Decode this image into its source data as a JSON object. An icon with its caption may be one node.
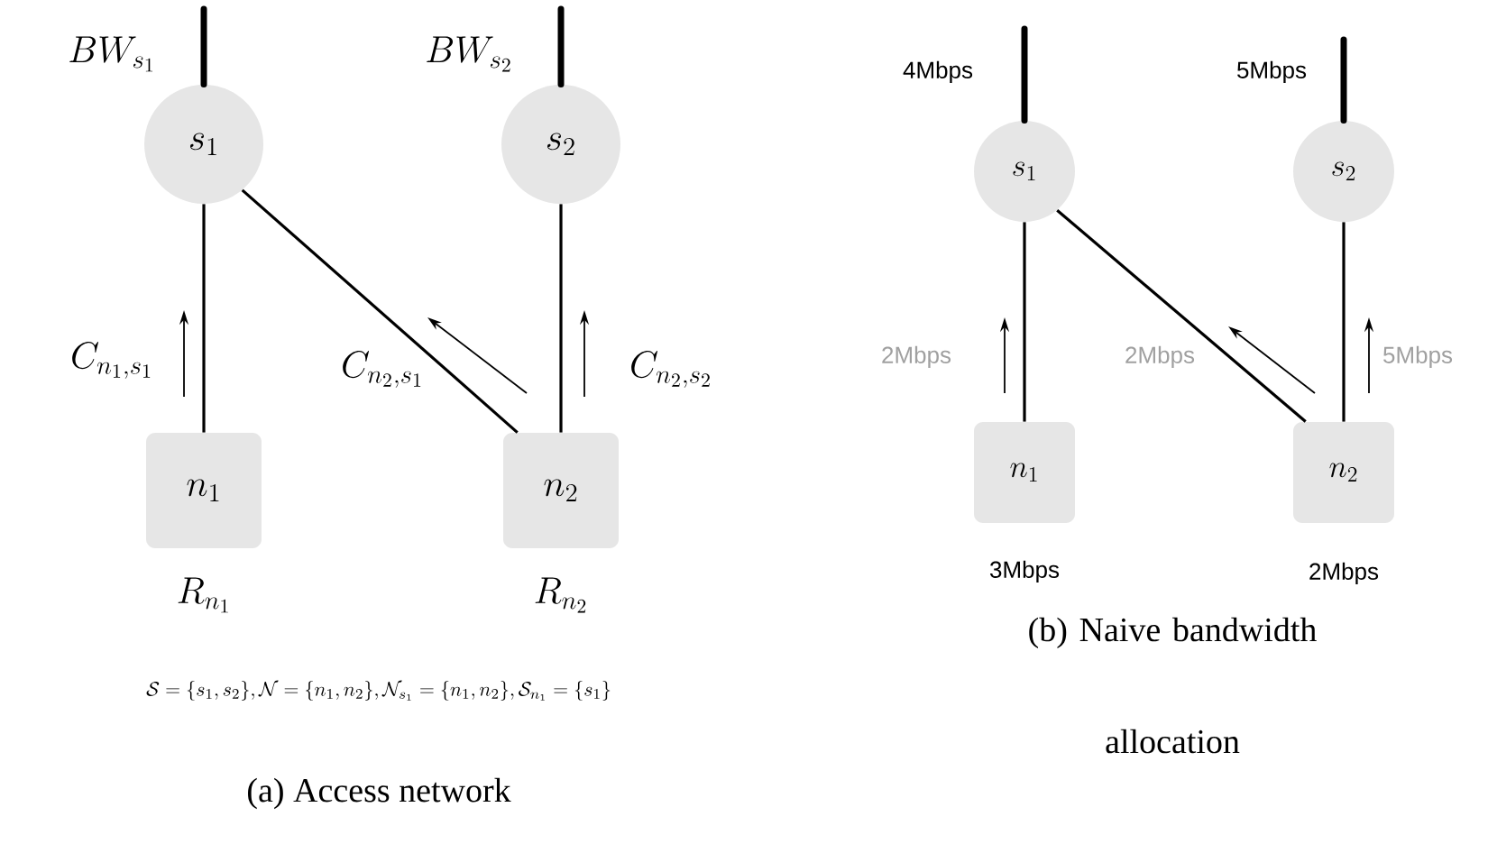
{
  "diagram": {
    "nodes": [
      {
        "text": [
          "s_1"
        ]
      },
      {
        "text": [
          "s_2"
        ]
      },
      {
        "text": [
          "n_1"
        ],
        "beside": [
          "R_{n_1}"
        ]
      },
      {
        "text": [
          "n_2"
        ],
        "beside": [
          "R_{n_2}"
        ]
      },
      {
        "text": [
          "s_1"
        ]
      },
      {
        "text": [
          "s_2"
        ]
      },
      {
        "text": [
          "n_1"
        ],
        "beside": [
          "3Mbps"
        ]
      },
      {
        "text": [
          "n_2"
        ],
        "beside": [
          "2Mbps"
        ]
      }
    ],
    "edges": [
      {
        "from": null,
        "to": 0,
        "arrow": "none",
        "style": "thick",
        "label": "BW_{s_1}"
      },
      {
        "from": null,
        "to": 1,
        "arrow": "none",
        "style": "thick",
        "label": "BW_{s_2}"
      },
      {
        "from": 2,
        "to": 0,
        "arrow": "none",
        "label": "C_{n_1,s_1}"
      },
      {
        "from": 3,
        "to": 0,
        "arrow": "none",
        "label": "C_{n_2,s_1}"
      },
      {
        "from": 3,
        "to": 1,
        "arrow": "none",
        "label": "C_{n_2,s_2}"
      },
      {
        "from": null,
        "to": 4,
        "arrow": "none",
        "style": "thick",
        "label": "4Mbps"
      },
      {
        "from": null,
        "to": 5,
        "arrow": "none",
        "style": "thick",
        "label": "5Mbps"
      },
      {
        "from": 6,
        "to": 4,
        "arrow": "none",
        "label": "2Mbps"
      },
      {
        "from": 7,
        "to": 4,
        "arrow": "none",
        "label": "2Mbps"
      },
      {
        "from": 7,
        "to": 5,
        "arrow": "none",
        "label": "5Mbps"
      }
    ],
    "labels": [
      "\\mathcal{S}=\\{s_1,s_2\\},\\mathcal{N}=\\{n_1,n_2\\},\\mathcal{N}_{s_1}=\\{n_1,n_2\\},\\mathcal{S}_{n_1}=\\{s_1\\}",
      "(a) Access network",
      "(b) Naive bandwidth allocation"
    ]
  }
}
